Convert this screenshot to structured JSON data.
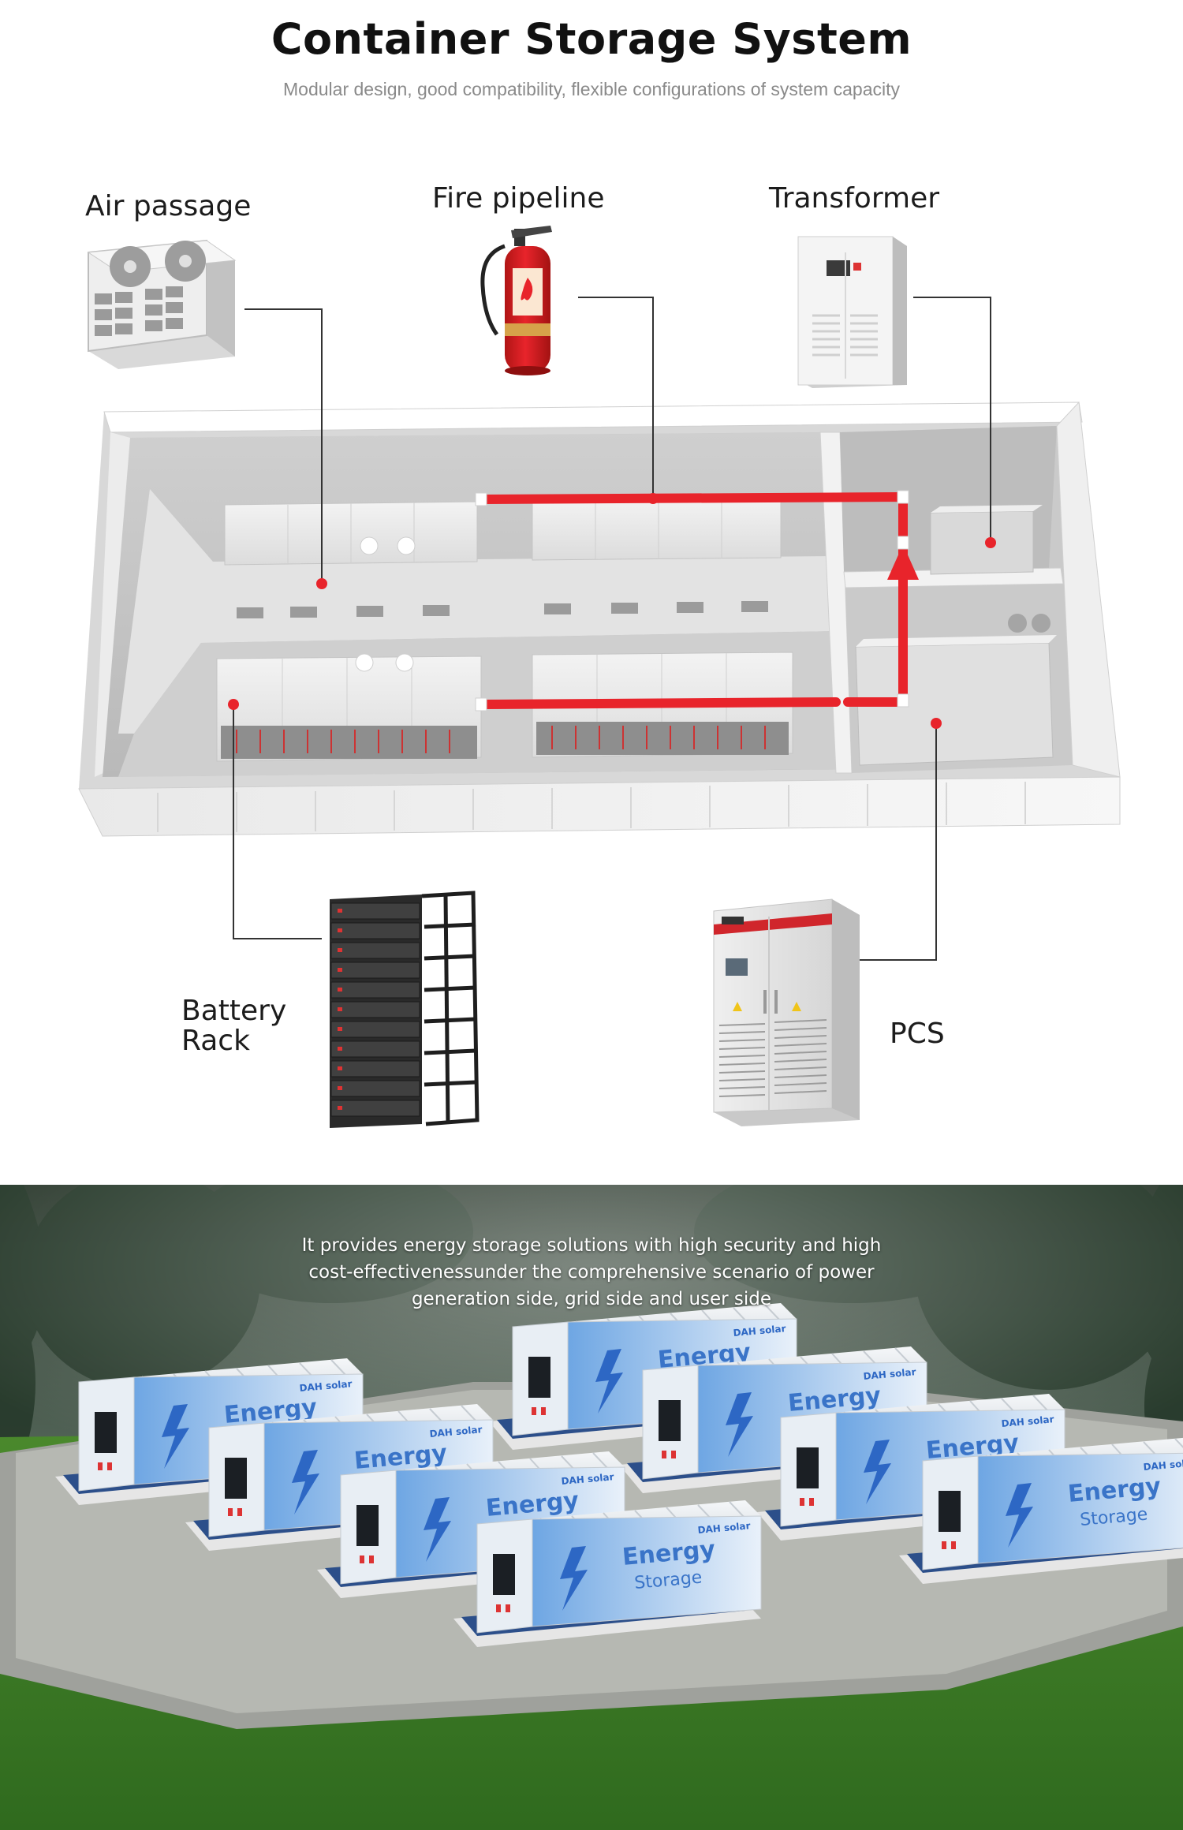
{
  "header": {
    "title": "Container Storage System",
    "subtitle": "Modular design, good compatibility, flexible configurations of system capacity"
  },
  "components": {
    "air_passage": "Air passage",
    "fire_pipeline": "Fire pipeline",
    "transformer": "Transformer",
    "battery_rack": [
      "Battery",
      "Rack"
    ],
    "pcs": "PCS"
  },
  "scene": {
    "tagline": [
      "It provides energy storage solutions with high security and high",
      "cost-effectivenessunder the comprehensive scenario of power",
      "generation side, grid side and user side"
    ],
    "brand": "DAH solar",
    "container_text": [
      "Energy",
      "Storage"
    ]
  },
  "colors": {
    "pipe": "#e8242b",
    "container_blue": "#4f8fd6",
    "grass": "#3f7a2a",
    "leader": "#333333"
  }
}
